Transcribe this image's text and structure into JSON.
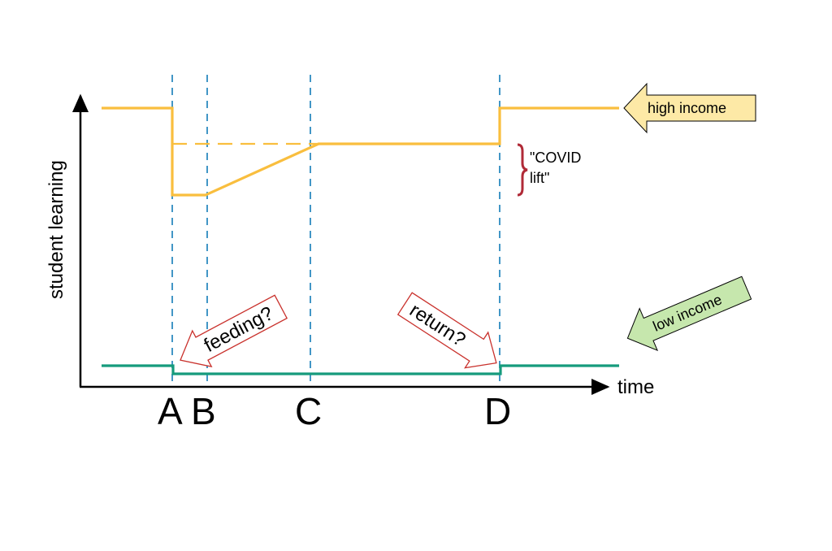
{
  "axes": {
    "y_label": "student learning",
    "x_label": "time"
  },
  "markers": [
    "A",
    "B",
    "C",
    "D"
  ],
  "series": {
    "high": {
      "label": "high income",
      "color": "#f9be3e",
      "tag_fill": "#fde9a6"
    },
    "low": {
      "label": "low income",
      "color": "#169b7c",
      "tag_fill": "#c6e7ad"
    }
  },
  "annotations": {
    "covid_lift_line1": "\"COVID",
    "covid_lift_line2": "lift\"",
    "feeding": "feeding?",
    "return": "return?"
  },
  "colors": {
    "dashed_marker": "#2e8bc0",
    "brace": "#b02a37",
    "callout_stroke": "#c9312c"
  }
}
